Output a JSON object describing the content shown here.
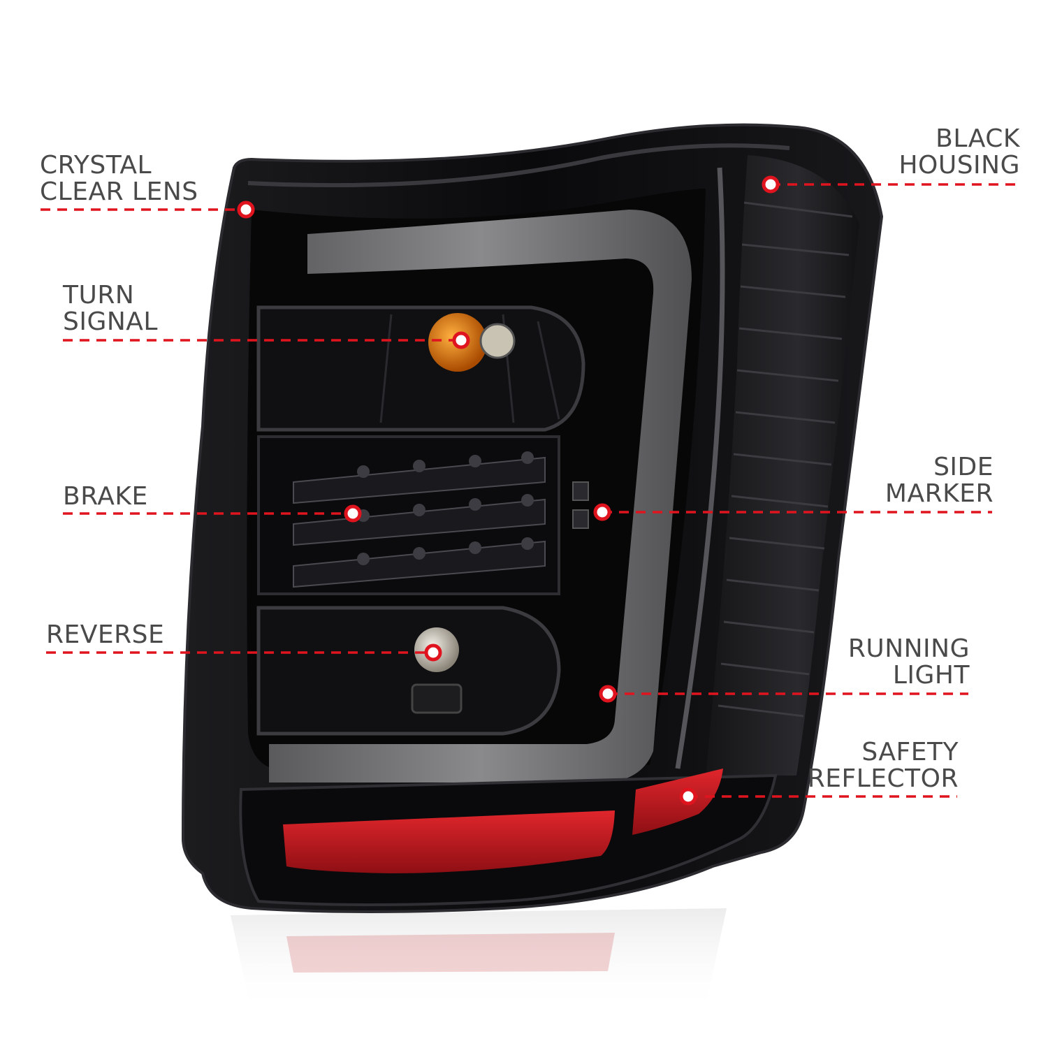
{
  "colors": {
    "accent": "#e0141e",
    "label_text": "#4a4a4a",
    "housing": "#0b0b0d",
    "light_bar": "#6e6e6e",
    "reflector": "#c4161c",
    "turn_bulb": "#e07a10"
  },
  "callouts": [
    {
      "id": "crystal-clear-lens",
      "label": "CRYSTAL\nCLEAR LENS"
    },
    {
      "id": "turn-signal",
      "label": "TURN\nSIGNAL"
    },
    {
      "id": "brake",
      "label": "BRAKE"
    },
    {
      "id": "reverse",
      "label": "REVERSE"
    },
    {
      "id": "black-housing",
      "label": "BLACK\nHOUSING"
    },
    {
      "id": "side-marker",
      "label": "SIDE\nMARKER"
    },
    {
      "id": "running-light",
      "label": "RUNNING\nLIGHT"
    },
    {
      "id": "safety-reflector",
      "label": "SAFETY\nREFLECTOR"
    }
  ]
}
